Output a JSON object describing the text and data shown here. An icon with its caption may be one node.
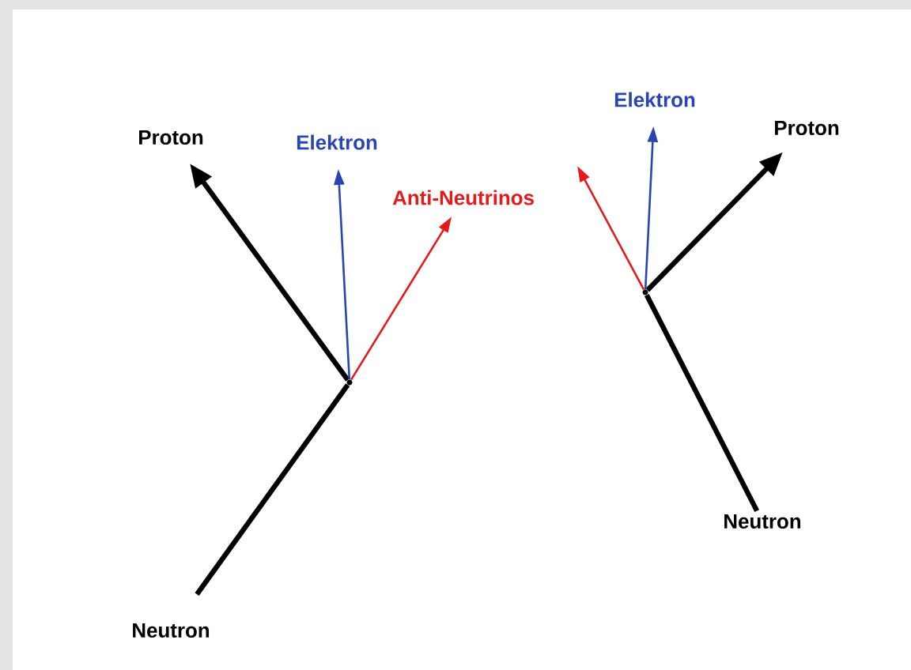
{
  "diagram": {
    "nodes": [
      {
        "text": [
          "Proton"
        ]
      },
      {
        "text": [
          "Elektron"
        ]
      },
      {
        "text": [
          "Anti-Neutrinos"
        ]
      },
      {
        "text": [],
        "shape": "point"
      },
      {
        "text": [
          "Neutron"
        ]
      },
      {
        "text": [
          "Elektron"
        ]
      },
      {
        "text": [
          "Proton"
        ]
      },
      {
        "text": [],
        "shape": "point"
      },
      {
        "text": [
          "Neutron"
        ]
      }
    ],
    "edges": [
      {
        "from": 4,
        "to": 3,
        "arrow": "none",
        "style": "thick"
      },
      {
        "from": 3,
        "to": 0,
        "arrow": "to",
        "style": "thick"
      },
      {
        "from": 3,
        "to": 1,
        "arrow": "to",
        "color": "#2a45b0"
      },
      {
        "from": 3,
        "to": 2,
        "arrow": "to",
        "color": "#e41b1b"
      },
      {
        "from": 8,
        "to": 7,
        "arrow": "none",
        "style": "thick"
      },
      {
        "from": 7,
        "to": 6,
        "arrow": "to",
        "style": "thick"
      },
      {
        "from": 7,
        "to": 5,
        "arrow": "to",
        "color": "#2a45b0"
      },
      {
        "from": 7,
        "to": null,
        "arrow": "to",
        "color": "#e41b1b"
      }
    ]
  }
}
